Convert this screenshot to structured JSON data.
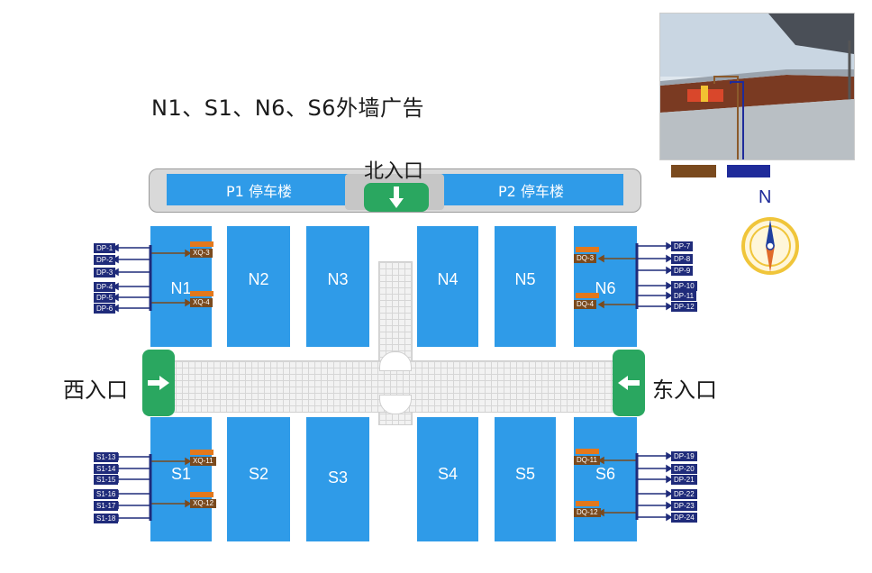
{
  "title": "N1、S1、N6、S6外墙广告",
  "entrances": {
    "north": "北入口",
    "west": "西入口",
    "east": "东入口"
  },
  "parking": {
    "p1": "P1  停车楼",
    "p2": "P2 停车楼"
  },
  "halls": {
    "north": [
      "N1",
      "N2",
      "N3",
      "N4",
      "N5",
      "N6"
    ],
    "south": [
      "S1",
      "S2",
      "S3",
      "S4",
      "S5",
      "S6"
    ]
  },
  "left_north_dp": [
    "DP-1",
    "DP-2",
    "DP-3",
    "DP-4",
    "DP-5",
    "DP-6"
  ],
  "right_north_dp": [
    "DP-7",
    "DP-8",
    "DP-9",
    "DP-10",
    "DP-11",
    "DP-12"
  ],
  "left_south_dp": [
    "S1-13",
    "S1-14",
    "S1-15",
    "S1-16",
    "S1-17",
    "S1-18"
  ],
  "right_south_dp": [
    "DP-19",
    "DP-20",
    "DP-21",
    "DP-22",
    "DP-23",
    "DP-24"
  ],
  "xq": {
    "xq3": "XQ-3",
    "xq4": "XQ-4",
    "xq11": "XQ-11",
    "xq12": "XQ-12"
  },
  "dq": {
    "dq3": "DQ-3",
    "dq4": "DQ-4",
    "dq11": "DQ-11",
    "dq12": "DQ-12"
  },
  "compass": {
    "label": "N"
  },
  "colors": {
    "hall": "#2f9be8",
    "entrance": "#2aa760",
    "dp_tag": "#1f2b7a",
    "xq_tag": "#7a4a1e",
    "brown_bar": "#7a4a1e",
    "navy_bar": "#1f2b9a"
  }
}
